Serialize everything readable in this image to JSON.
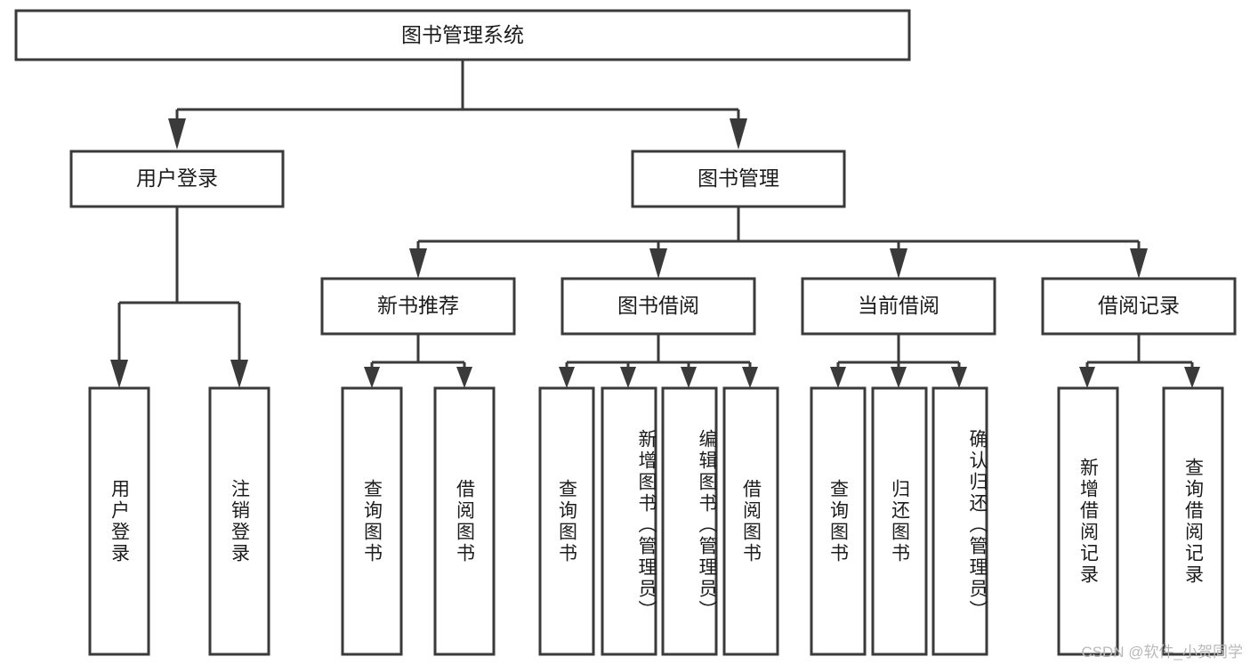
{
  "diagram": {
    "title_node": {
      "label": "图书管理系统"
    },
    "level2": [
      {
        "id": "user-login",
        "label": "用户登录"
      },
      {
        "id": "book-manage",
        "label": "图书管理"
      }
    ],
    "level3": [
      {
        "id": "new-book-recommend",
        "label": "新书推荐"
      },
      {
        "id": "book-borrow",
        "label": "图书借阅"
      },
      {
        "id": "current-borrow",
        "label": "当前借阅"
      },
      {
        "id": "borrow-record",
        "label": "借阅记录"
      }
    ],
    "leaves": [
      {
        "id": "leaf-user-login",
        "label": "用户登录",
        "parent": "user-login"
      },
      {
        "id": "leaf-logout-login",
        "label": "注销登录",
        "parent": "user-login"
      },
      {
        "id": "leaf-query-book-1",
        "label": "查询图书",
        "parent": "new-book-recommend"
      },
      {
        "id": "leaf-borrow-book-1",
        "label": "借阅图书",
        "parent": "new-book-recommend"
      },
      {
        "id": "leaf-query-book-2",
        "label": "查询图书",
        "parent": "book-borrow"
      },
      {
        "id": "leaf-add-book",
        "label": "新增图书（管理员）",
        "parent": "book-borrow"
      },
      {
        "id": "leaf-edit-book",
        "label": "编辑图书（管理员）",
        "parent": "book-borrow"
      },
      {
        "id": "leaf-borrow-book-2",
        "label": "借阅图书",
        "parent": "book-borrow"
      },
      {
        "id": "leaf-query-book-3",
        "label": "查询图书",
        "parent": "current-borrow"
      },
      {
        "id": "leaf-return-book",
        "label": "归还图书",
        "parent": "current-borrow"
      },
      {
        "id": "leaf-confirm-return",
        "label": "确认归还（管理员）",
        "parent": "current-borrow"
      },
      {
        "id": "leaf-add-record",
        "label": "新增借阅记录",
        "parent": "borrow-record"
      },
      {
        "id": "leaf-query-record",
        "label": "查询借阅记录",
        "parent": "borrow-record"
      }
    ],
    "colors": {
      "box_stroke": "#3a3a3a",
      "box_fill": "#ffffff",
      "text": "#1c1c1c",
      "watermark": "#b9b9b9",
      "background": "#ffffff"
    }
  },
  "watermark": {
    "text": "CSDN @软件_小贺同学"
  }
}
